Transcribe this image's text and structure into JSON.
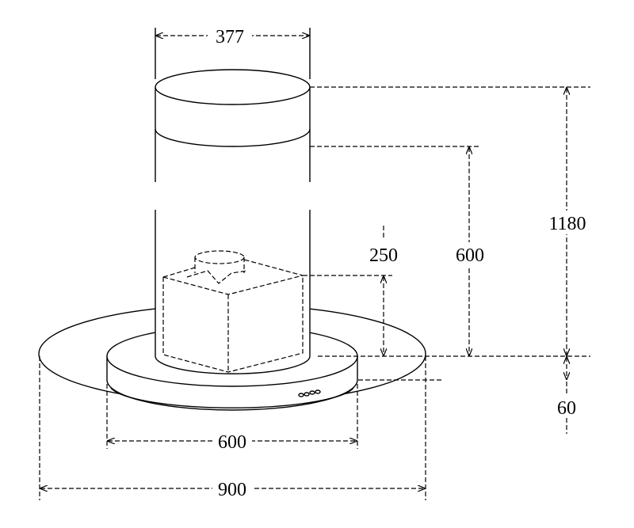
{
  "title": "Island cooker hood dimension drawing",
  "dimensions": {
    "chimney_diameter": "377",
    "total_height": "1180",
    "inner_chimney_height": "600",
    "motor_height": "250",
    "canopy_thickness": "60",
    "canopy_inner_diameter": "600",
    "canopy_outer_diameter": "900"
  },
  "colors": {
    "line": "#000000",
    "background": "#ffffff"
  }
}
